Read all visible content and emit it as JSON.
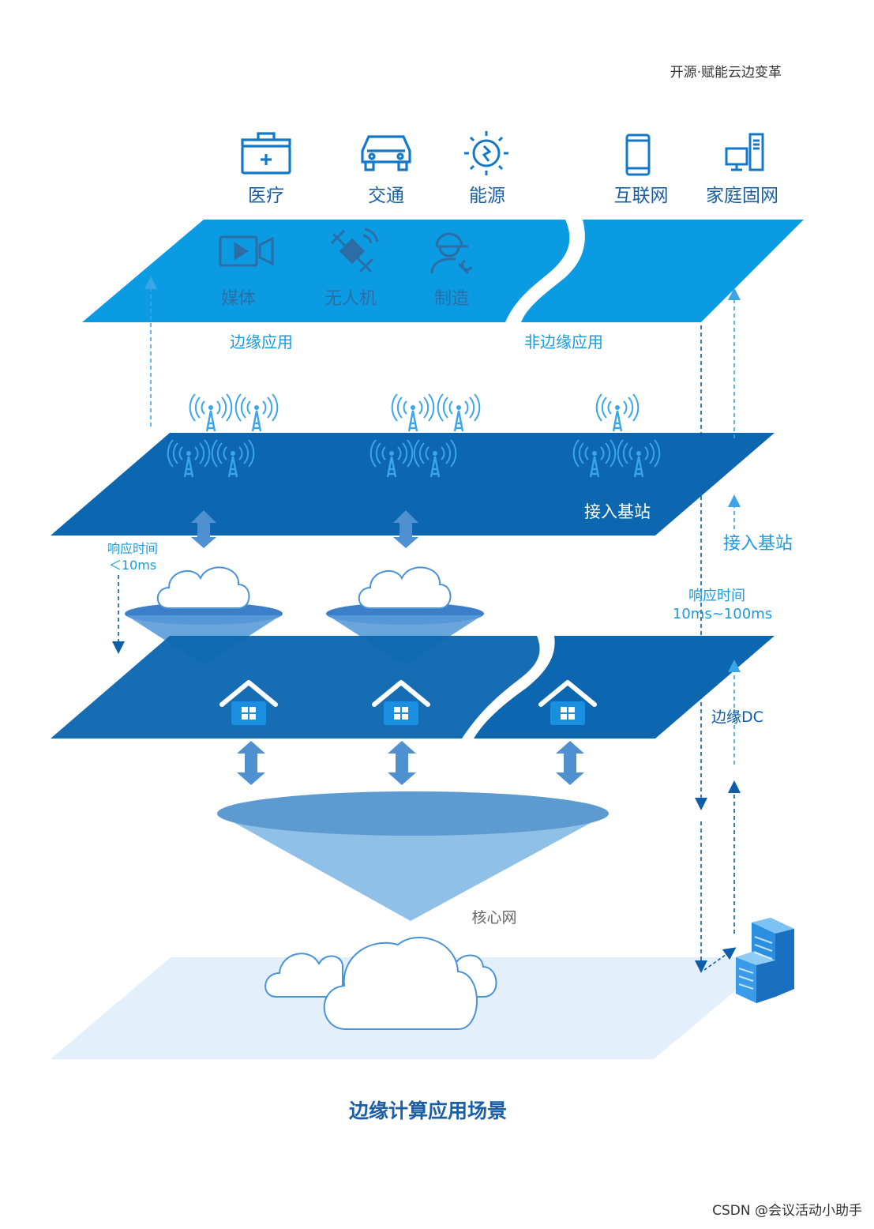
{
  "header": {
    "tagline": "开源·赋能云边变革"
  },
  "top_icons": [
    {
      "label": "医疗",
      "icon": "medical-kit-icon"
    },
    {
      "label": "交通",
      "icon": "car-icon"
    },
    {
      "label": "能源",
      "icon": "energy-icon"
    },
    {
      "label": "互联网",
      "icon": "phone-icon"
    },
    {
      "label": "家庭固网",
      "icon": "desktop-computer-icon"
    }
  ],
  "app_layer": {
    "icons": [
      {
        "label": "媒体",
        "icon": "video-icon"
      },
      {
        "label": "无人机",
        "icon": "satellite-icon"
      },
      {
        "label": "制造",
        "icon": "worker-icon"
      }
    ],
    "left_label": "边缘应用",
    "right_label": "非边缘应用"
  },
  "access_layer": {
    "plane_label": "接入基站",
    "side_label": "接入基站",
    "latency_left": [
      "响应时间",
      "＜10ms"
    ],
    "latency_right": [
      "响应时间",
      "10ms~100ms"
    ]
  },
  "edge_dc_layer": {
    "side_label": "边缘DC"
  },
  "core_layer": {
    "label": "核心网"
  },
  "footer": {
    "caption": "边缘计算应用场景",
    "watermark": "CSDN @会议活动小助手"
  },
  "colors": {
    "app_plane": "#0a9be3",
    "access_plane": "#0c67b0",
    "edge_plane": "#0c67b0",
    "cloud_plane": "#e3f0fb",
    "accent_text": "#1a9be0",
    "icon_stroke": "#1478c8",
    "muted_icon": "#2e6fa8"
  }
}
